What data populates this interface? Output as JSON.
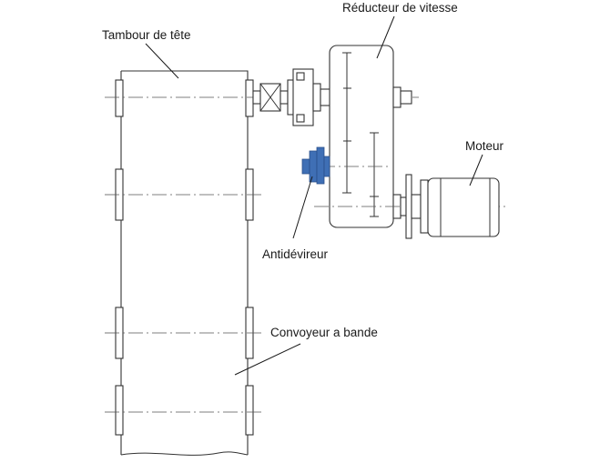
{
  "labels": {
    "head_drum": "Tambour de tête",
    "speed_reducer": "Réducteur de vitesse",
    "motor": "Moteur",
    "backstop": "Antidévireur",
    "belt_conveyor": "Convoyeur a bande"
  },
  "colors": {
    "line": "#333333",
    "backstop_fill": "#3f6fb5",
    "backstop_dark": "#2a4f8a",
    "background": "#ffffff"
  }
}
